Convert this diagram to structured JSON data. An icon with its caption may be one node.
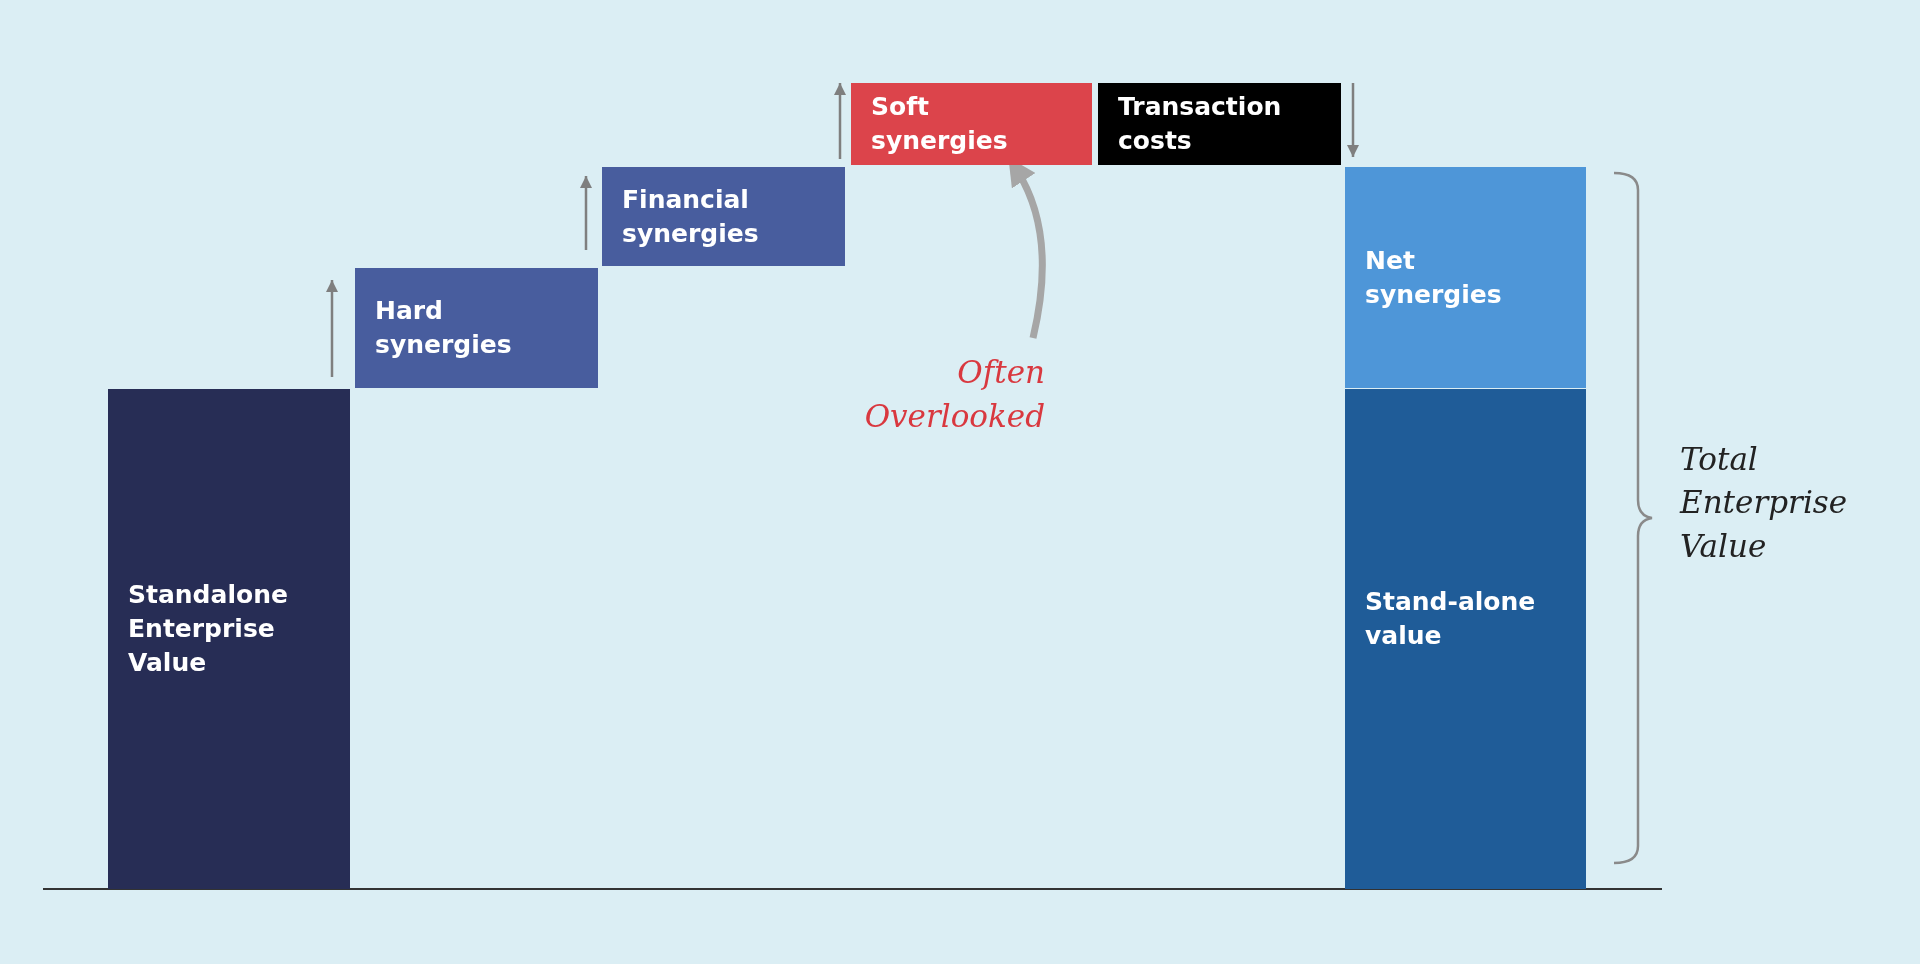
{
  "diagram": {
    "nodes": [
      {
        "text": [
          "Standalone Enterprise Value"
        ]
      },
      {
        "text": [
          "Hard synergies"
        ]
      },
      {
        "text": [
          "Financial synergies"
        ]
      },
      {
        "text": [
          "Soft synergies"
        ]
      },
      {
        "text": [
          "Transaction costs"
        ]
      },
      {
        "text": [
          "Net synergies"
        ]
      },
      {
        "text": [
          "Stand-alone value"
        ]
      },
      {
        "text": [
          "Often Overlooked"
        ]
      }
    ],
    "edges": [
      {
        "from": 7,
        "to": 3,
        "arrow": "to",
        "color": "#a6a6a6"
      }
    ],
    "labels": [
      "Total Enterprise Value"
    ]
  }
}
